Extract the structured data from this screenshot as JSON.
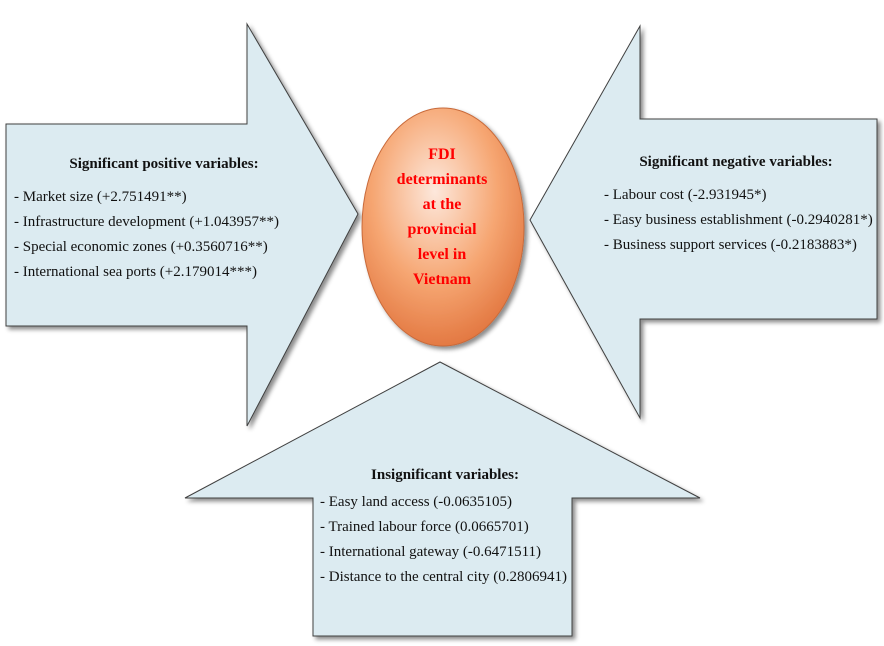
{
  "colors": {
    "arrow_fill": "#dcebf1",
    "arrow_stroke": "#3f3f3f",
    "center_text": "#ff0000",
    "center_gradient": [
      "#fde8dc",
      "#f6a672",
      "#e0713a"
    ]
  },
  "center": {
    "lines": [
      "FDI",
      "determinants",
      "at the",
      "provincial",
      "level in",
      "Vietnam"
    ]
  },
  "positive": {
    "title": "Significant positive variables:",
    "items": [
      "- Market size (+2.751491**)",
      "- Infrastructure development (+1.043957**)",
      "- Special economic zones (+0.3560716**)",
      "- International sea ports (+2.179014***)"
    ]
  },
  "negative": {
    "title": "Significant negative variables:",
    "items": [
      "- Labour cost (-2.931945*)",
      "- Easy business establishment (-0.2940281*)",
      "- Business support services (-0.2183883*)"
    ]
  },
  "insignificant": {
    "title": "Insignificant variables:",
    "items": [
      "- Easy land access (-0.0635105)",
      "- Trained labour force (0.0665701)",
      "- International gateway (-0.6471511)",
      "- Distance to the central city (0.2806941)"
    ]
  }
}
